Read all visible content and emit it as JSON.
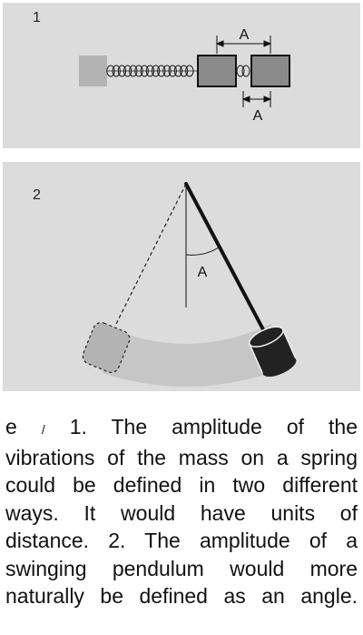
{
  "panels": [
    {
      "number": "1",
      "amplitude_top_label": "A",
      "amplitude_bottom_label": "A"
    },
    {
      "number": "2",
      "amplitude_label": "A"
    }
  ],
  "caption": {
    "figure_letter": "e",
    "separator": "/",
    "lines": [
      "1.  The amplitude of the",
      "vibrations of the mass on a spring",
      "could be defined in two different",
      "ways.  It would have units of",
      "distance.  2. The amplitude of a",
      "swinging pendulum would more",
      "naturally be defined as an angle."
    ]
  }
}
